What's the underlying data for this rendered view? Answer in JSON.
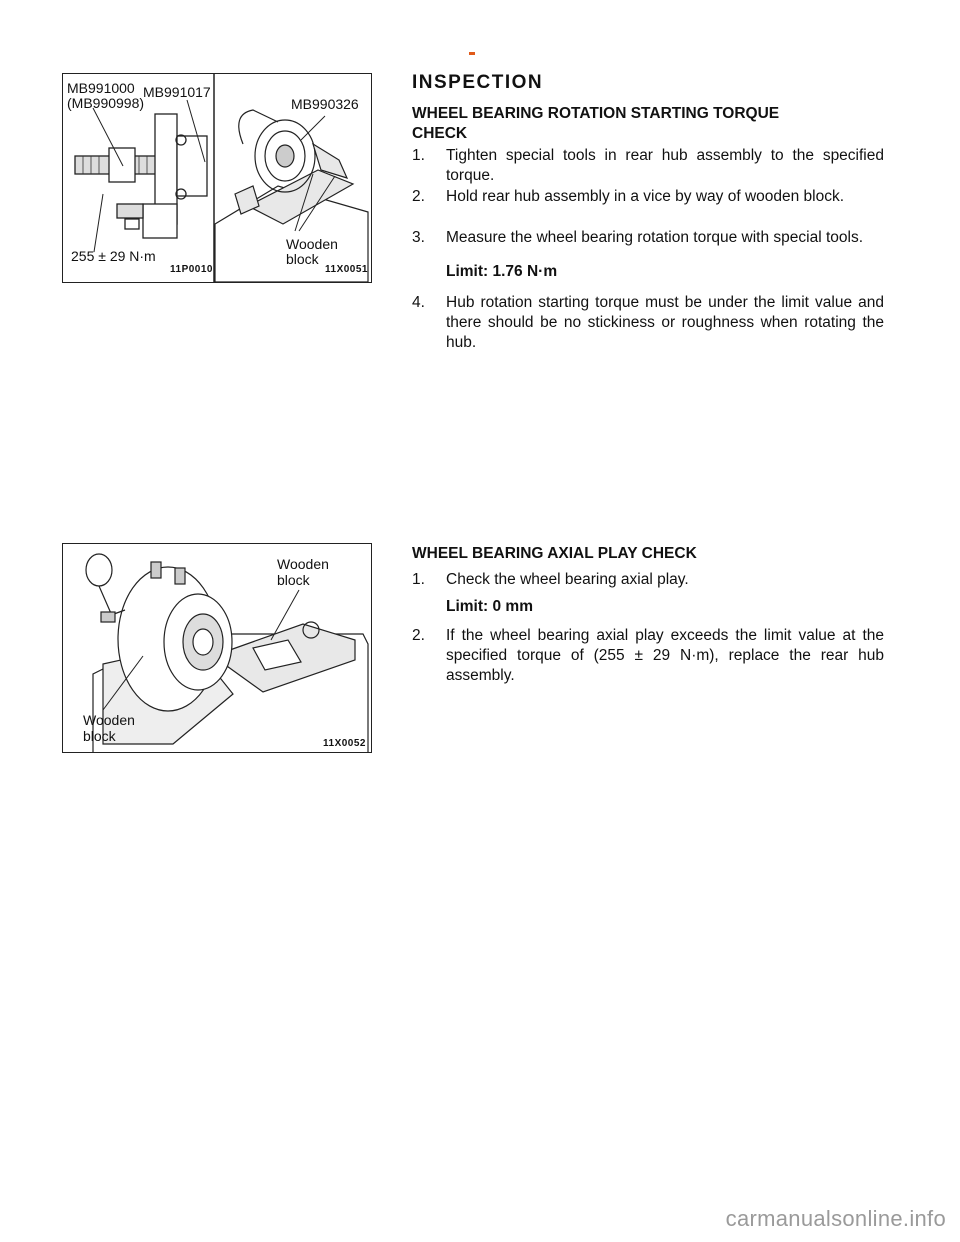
{
  "section_title": "INSPECTION",
  "figure1": {
    "left_labels": [
      "MB991000",
      "(MB990998)",
      "MB991017",
      "255 ± 29 N·m"
    ],
    "left_code": "11P0010",
    "right_labels": [
      "MB990326",
      "Wooden",
      "block"
    ],
    "right_code": "11X0051"
  },
  "figure2": {
    "labels_top": [
      "Wooden",
      "block"
    ],
    "labels_bottom": [
      "Wooden",
      "block"
    ],
    "code": "11X0052"
  },
  "torque_check": {
    "title_line1": "WHEEL BEARING ROTATION STARTING TORQUE",
    "title_line2": "CHECK",
    "steps": [
      {
        "num": "1.",
        "text": "Tighten special tools in rear hub assembly to the specified torque."
      },
      {
        "num": "2.",
        "text": "Hold rear hub assembly in a vice by way of wooden block."
      },
      {
        "num": "3.",
        "text": "Measure the wheel bearing rotation torque with special tools."
      },
      {
        "num": "4.",
        "text": "Hub rotation starting torque must be under the limit value and there should be no stickiness or roughness when rotating the hub."
      }
    ],
    "limit": "Limit: 1.76 N·m"
  },
  "axial_check": {
    "title": "WHEEL BEARING AXIAL PLAY CHECK",
    "steps": [
      {
        "num": "1.",
        "text": "Check the wheel bearing axial play."
      },
      {
        "num": "2.",
        "text": "If the wheel bearing axial play exceeds the limit value at the specified torque of (255 ± 29 N·m), replace the rear hub assembly."
      }
    ],
    "limit": "Limit: 0 mm"
  },
  "watermark": "carmanualsonline.info"
}
